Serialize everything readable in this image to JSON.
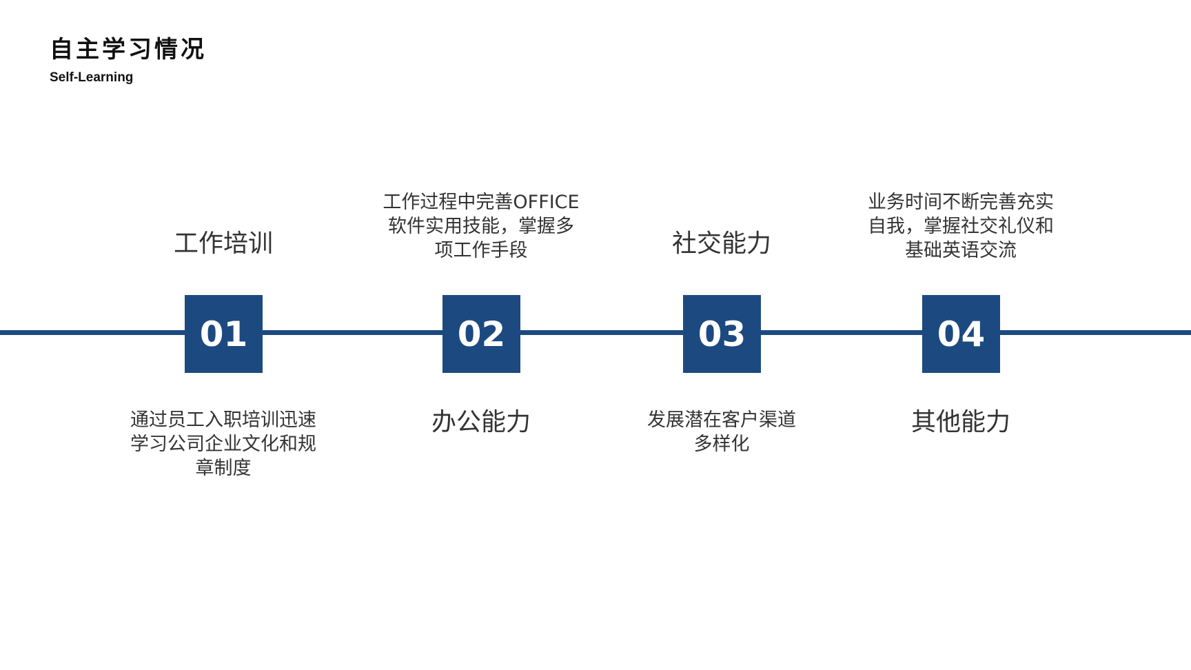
{
  "colors": {
    "accent": "#1C4A80",
    "text": "#333333",
    "title": "#111111"
  },
  "header": {
    "title": "自主学习情况",
    "subtitle": "Self-Learning"
  },
  "steps": [
    {
      "number": "01",
      "label": "工作培训",
      "desc_lines": [
        "通过员工入职培训迅速",
        "学习公司企业文化和规",
        "章制度"
      ]
    },
    {
      "number": "02",
      "label": "办公能力",
      "desc_lines": [
        "工作过程中完善OFFICE",
        "软件实用技能，掌握多",
        "项工作手段"
      ]
    },
    {
      "number": "03",
      "label": "社交能力",
      "desc_lines": [
        "发展潜在客户渠道",
        "多样化"
      ]
    },
    {
      "number": "04",
      "label": "其他能力",
      "desc_lines": [
        "业务时间不断完善充实",
        "自我，掌握社交礼仪和",
        "基础英语交流"
      ]
    }
  ]
}
